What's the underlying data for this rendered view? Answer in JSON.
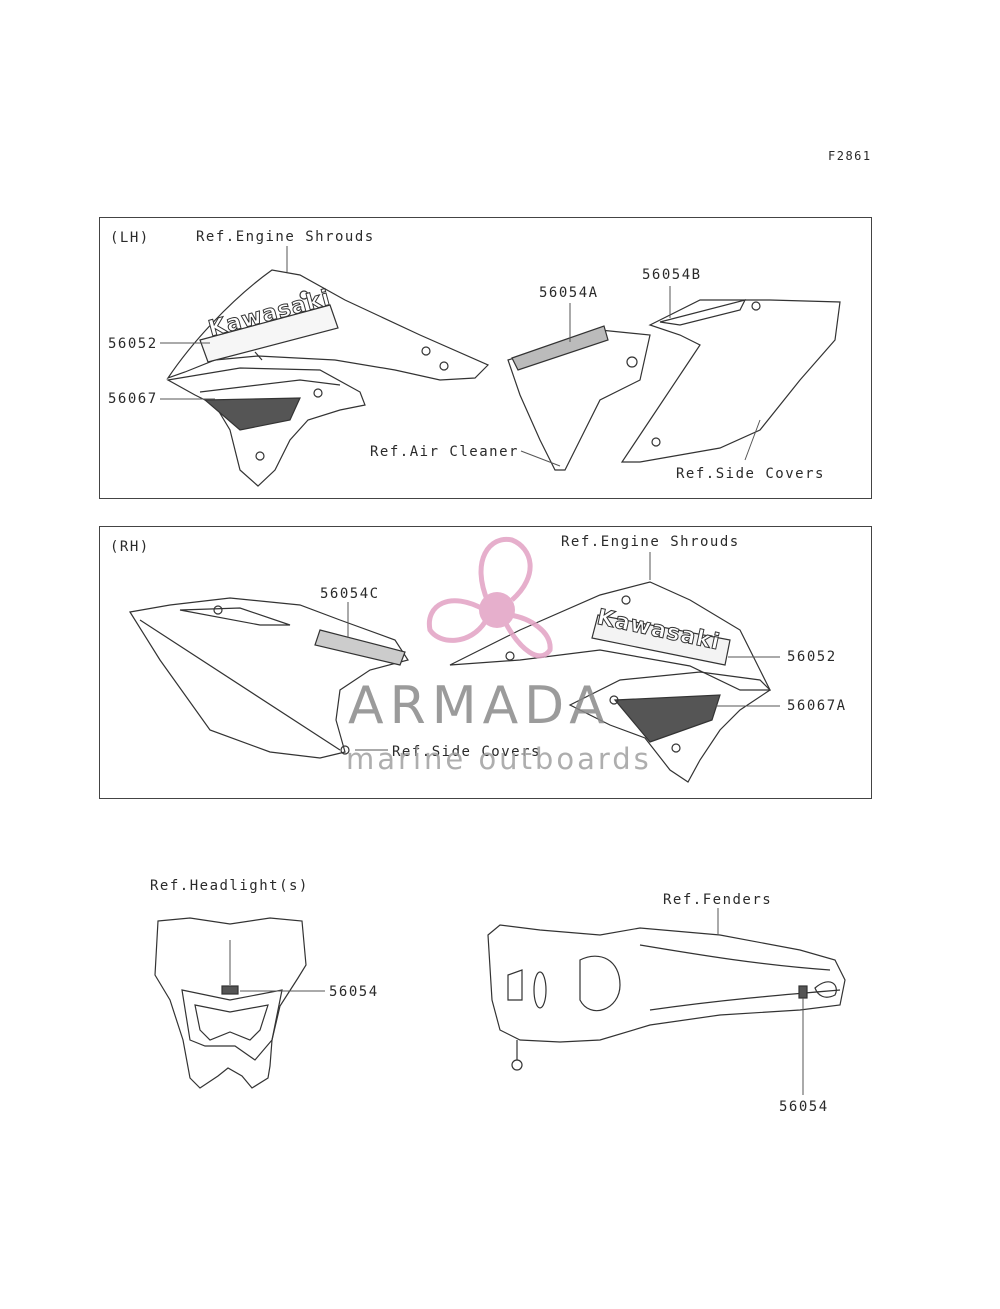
{
  "figure_code": "F2861",
  "lh_panel": {
    "side_label": "(LH)",
    "ref_engine_shrouds": "Ref.Engine Shrouds",
    "part_56052": "56052",
    "part_56067": "56067",
    "part_56054a": "56054A",
    "part_56054b": "56054B",
    "ref_air_cleaner": "Ref.Air Cleaner",
    "ref_side_covers": "Ref.Side Covers",
    "decal_text": "Kawasaki"
  },
  "rh_panel": {
    "side_label": "(RH)",
    "ref_engine_shrouds": "Ref.Engine Shrouds",
    "part_56054c": "56054C",
    "part_56052": "56052",
    "part_56067a": "56067A",
    "ref_side_covers": "Ref.Side Covers",
    "decal_text": "Kawasaki"
  },
  "headlight": {
    "ref_label": "Ref.Headlight(s)",
    "part": "56054"
  },
  "fender": {
    "ref_label": "Ref.Fenders",
    "part": "56054"
  },
  "watermark": {
    "brand": "ARMADA",
    "tagline": "marine outboards",
    "accent_color": "#e2a2c4",
    "text_color": "#8a8a8a"
  }
}
